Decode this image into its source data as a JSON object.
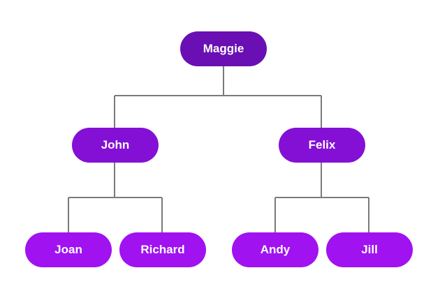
{
  "colors": {
    "root": "#6a0fb3",
    "middle": "#8410d6",
    "leaf": "#a012f0",
    "connector": "#7a7a7a"
  },
  "tree": {
    "root": {
      "label": "Maggie"
    },
    "children": [
      {
        "label": "John",
        "children": [
          {
            "label": "Joan"
          },
          {
            "label": "Richard"
          }
        ]
      },
      {
        "label": "Felix",
        "children": [
          {
            "label": "Andy"
          },
          {
            "label": "Jill"
          }
        ]
      }
    ]
  }
}
